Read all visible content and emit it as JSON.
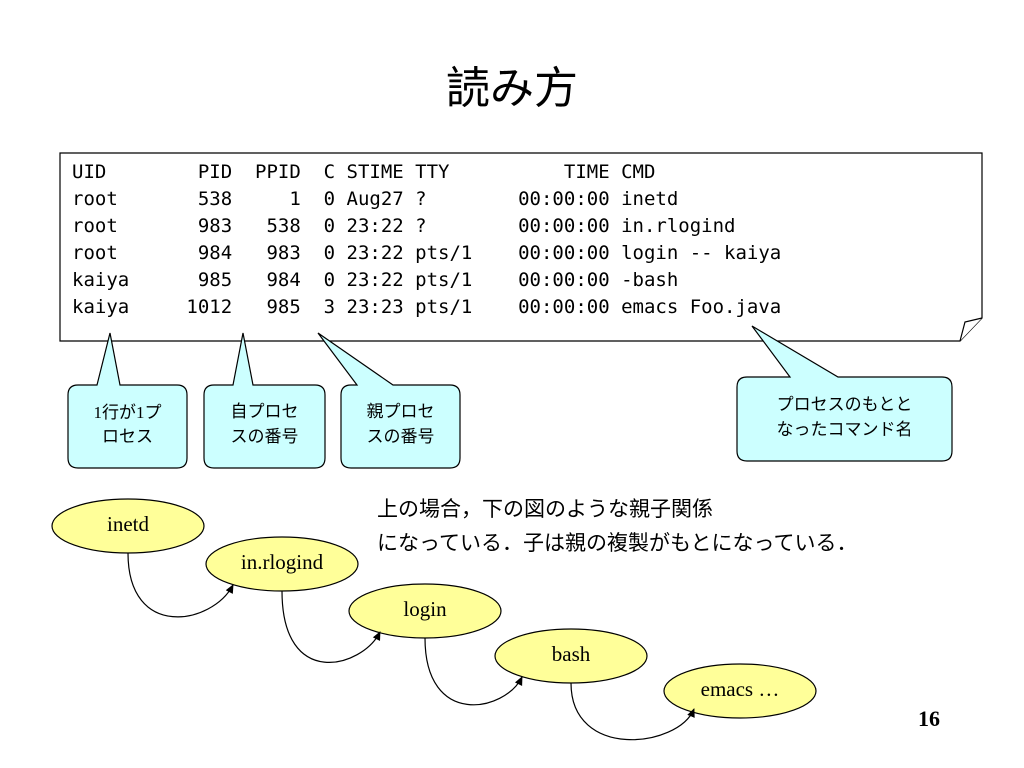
{
  "slide": {
    "title": "読み方",
    "page_number": "16"
  },
  "ps_table": {
    "header": "UID        PID  PPID  C STIME TTY          TIME CMD",
    "rows": [
      "root       538     1  0 Aug27 ?        00:00:00 inetd",
      "root       983   538  0 23:22 ?        00:00:00 in.rlogind",
      "root       984   983  0 23:22 pts/1    00:00:00 login -- kaiya",
      "kaiya      985   984  0 23:22 pts/1    00:00:00 -bash",
      "kaiya     1012   985  3 23:23 pts/1    00:00:00 emacs Foo.java"
    ]
  },
  "callouts": {
    "one_row_one_process": [
      "1行が1プ",
      "ロセス"
    ],
    "own_process_number": [
      "自プロセ",
      "スの番号"
    ],
    "parent_process_number": [
      "親プロセ",
      "スの番号"
    ],
    "original_command_name": [
      "プロセスのもとと",
      "なったコマンド名"
    ]
  },
  "note": {
    "line1": "上の場合，下の図のような親子関係",
    "line2": "になっている．子は親の複製がもとになっている．"
  },
  "process_tree": {
    "nodes": [
      "inetd",
      "in.rlogind",
      "login",
      "bash",
      "emacs …"
    ]
  },
  "colors": {
    "callout_fill": "#ccffff",
    "node_fill": "#ffff99",
    "border": "#000000"
  }
}
